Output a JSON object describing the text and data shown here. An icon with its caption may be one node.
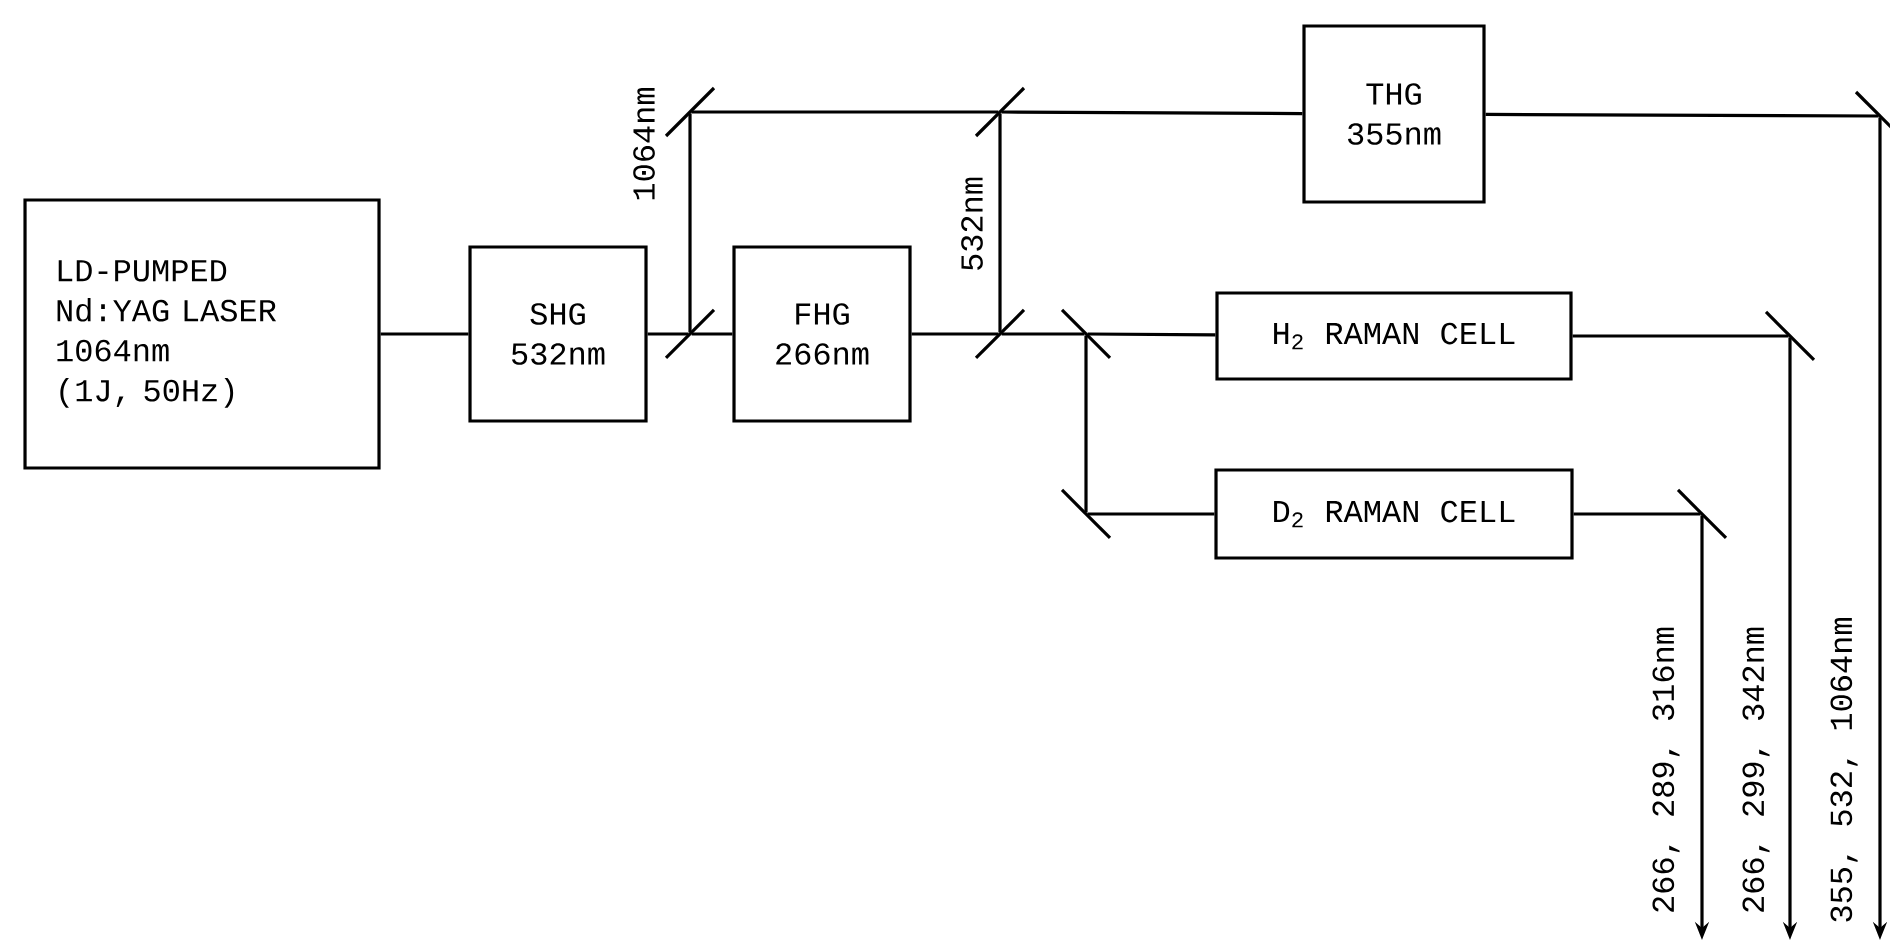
{
  "diagram": {
    "nodes": [
      {
        "text": [
          "LD-PUMPED Nd:YAG LASER",
          "1064nm",
          "(1J, 50Hz)"
        ]
      },
      {
        "text": [
          "SHG",
          "532nm"
        ]
      },
      {
        "text": [
          "FHG",
          "266nm"
        ]
      },
      {
        "text": [
          "THG",
          "355nm"
        ]
      },
      {
        "text": [
          "H$_{2}$ RAMAN CELL"
        ]
      },
      {
        "text": [
          "D$_{2}$ RAMAN CELL"
        ]
      },
      {
        "text": [],
        "shape": "mirror"
      },
      {
        "text": [],
        "shape": "mirror"
      },
      {
        "text": [],
        "shape": "mirror"
      },
      {
        "text": [],
        "shape": "mirror"
      },
      {
        "text": [],
        "shape": "mirror"
      },
      {
        "text": [],
        "shape": "mirror"
      },
      {
        "text": [],
        "shape": "mirror"
      },
      {
        "text": [],
        "shape": "mirror"
      },
      {
        "text": [],
        "shape": "mirror"
      }
    ],
    "edges": [
      {
        "from": 0,
        "to": 1,
        "arrow": "none"
      },
      {
        "from": 1,
        "to": 7,
        "arrow": "none"
      },
      {
        "from": 7,
        "to": 2,
        "arrow": "none"
      },
      {
        "from": 7,
        "to": 6,
        "arrow": "none",
        "label": "1064nm"
      },
      {
        "from": 6,
        "to": 8,
        "arrow": "none"
      },
      {
        "from": 8,
        "to": 3,
        "arrow": "none"
      },
      {
        "from": 2,
        "to": 9,
        "arrow": "none"
      },
      {
        "from": 9,
        "to": 8,
        "arrow": "none",
        "label": "532nm"
      },
      {
        "from": 9,
        "to": 10,
        "arrow": "none"
      },
      {
        "from": 10,
        "to": 4,
        "arrow": "none"
      },
      {
        "from": 10,
        "to": 11,
        "arrow": "none"
      },
      {
        "from": 11,
        "to": 5,
        "arrow": "none"
      },
      {
        "from": 3,
        "to": 14,
        "arrow": "none"
      },
      {
        "from": 4,
        "to": 13,
        "arrow": "none"
      },
      {
        "from": 5,
        "to": 12,
        "arrow": "none"
      },
      {
        "from": 12,
        "to": null,
        "arrow": "to",
        "label": "266, 289, 316nm"
      },
      {
        "from": 13,
        "to": null,
        "arrow": "to",
        "label": "266, 299, 342nm"
      },
      {
        "from": 14,
        "to": null,
        "arrow": "to",
        "label": "355, 532, 1064nm"
      }
    ]
  }
}
